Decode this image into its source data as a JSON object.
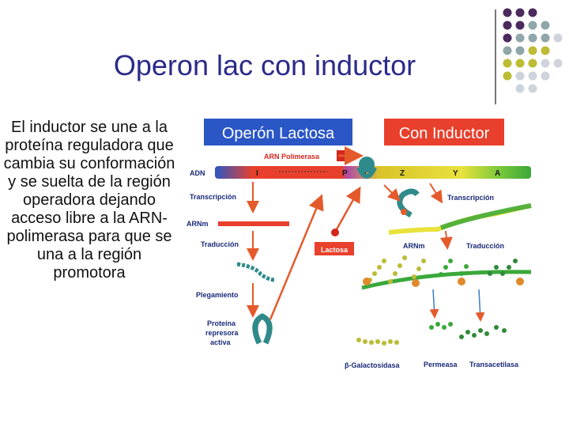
{
  "slide": {
    "title": "Operon lac con inductor",
    "description": "El inductor se une a la proteína reguladora que cambia su conformación y se suelta de la región operadora dejando acceso libre a la ARN-polimerasa para que se una a la región promotora"
  },
  "diagram": {
    "header_left": "Operón Lactosa",
    "header_right": "Con Inductor",
    "labels": {
      "arn_polimerasa": "ARN Polimerasa",
      "adn": "ADN",
      "transcripcion_left": "Transcripción",
      "arnm_left": "ARNm",
      "traduccion_left": "Traducción",
      "plegamiento": "Plegamiento",
      "proteina_line1": "Proteína",
      "proteina_line2": "represora",
      "proteina_line3": "activa",
      "lactosa": "Lactosa",
      "arnm_right": "ARNm",
      "transcripcion_right": "Transcripción",
      "traduccion_right": "Traducción",
      "galactosidasa": "β-Galactosidasa",
      "permeasa": "Permeasa",
      "transacetilasa": "Transacetilasa"
    },
    "genes": [
      "I",
      "P",
      "O",
      "Z",
      "Y",
      "A"
    ],
    "colors": {
      "title": "#2b2a8a",
      "header_bg": "#2a56c6",
      "header_right_bg": "#e8402c",
      "arrow": "#e55a2b",
      "label": "#1a2a7a",
      "dot_purple": "#4b2a5e",
      "dot_teal": "#8fa7a8",
      "dot_olive": "#bcbc35",
      "dot_light": "#cfd3dc"
    }
  }
}
